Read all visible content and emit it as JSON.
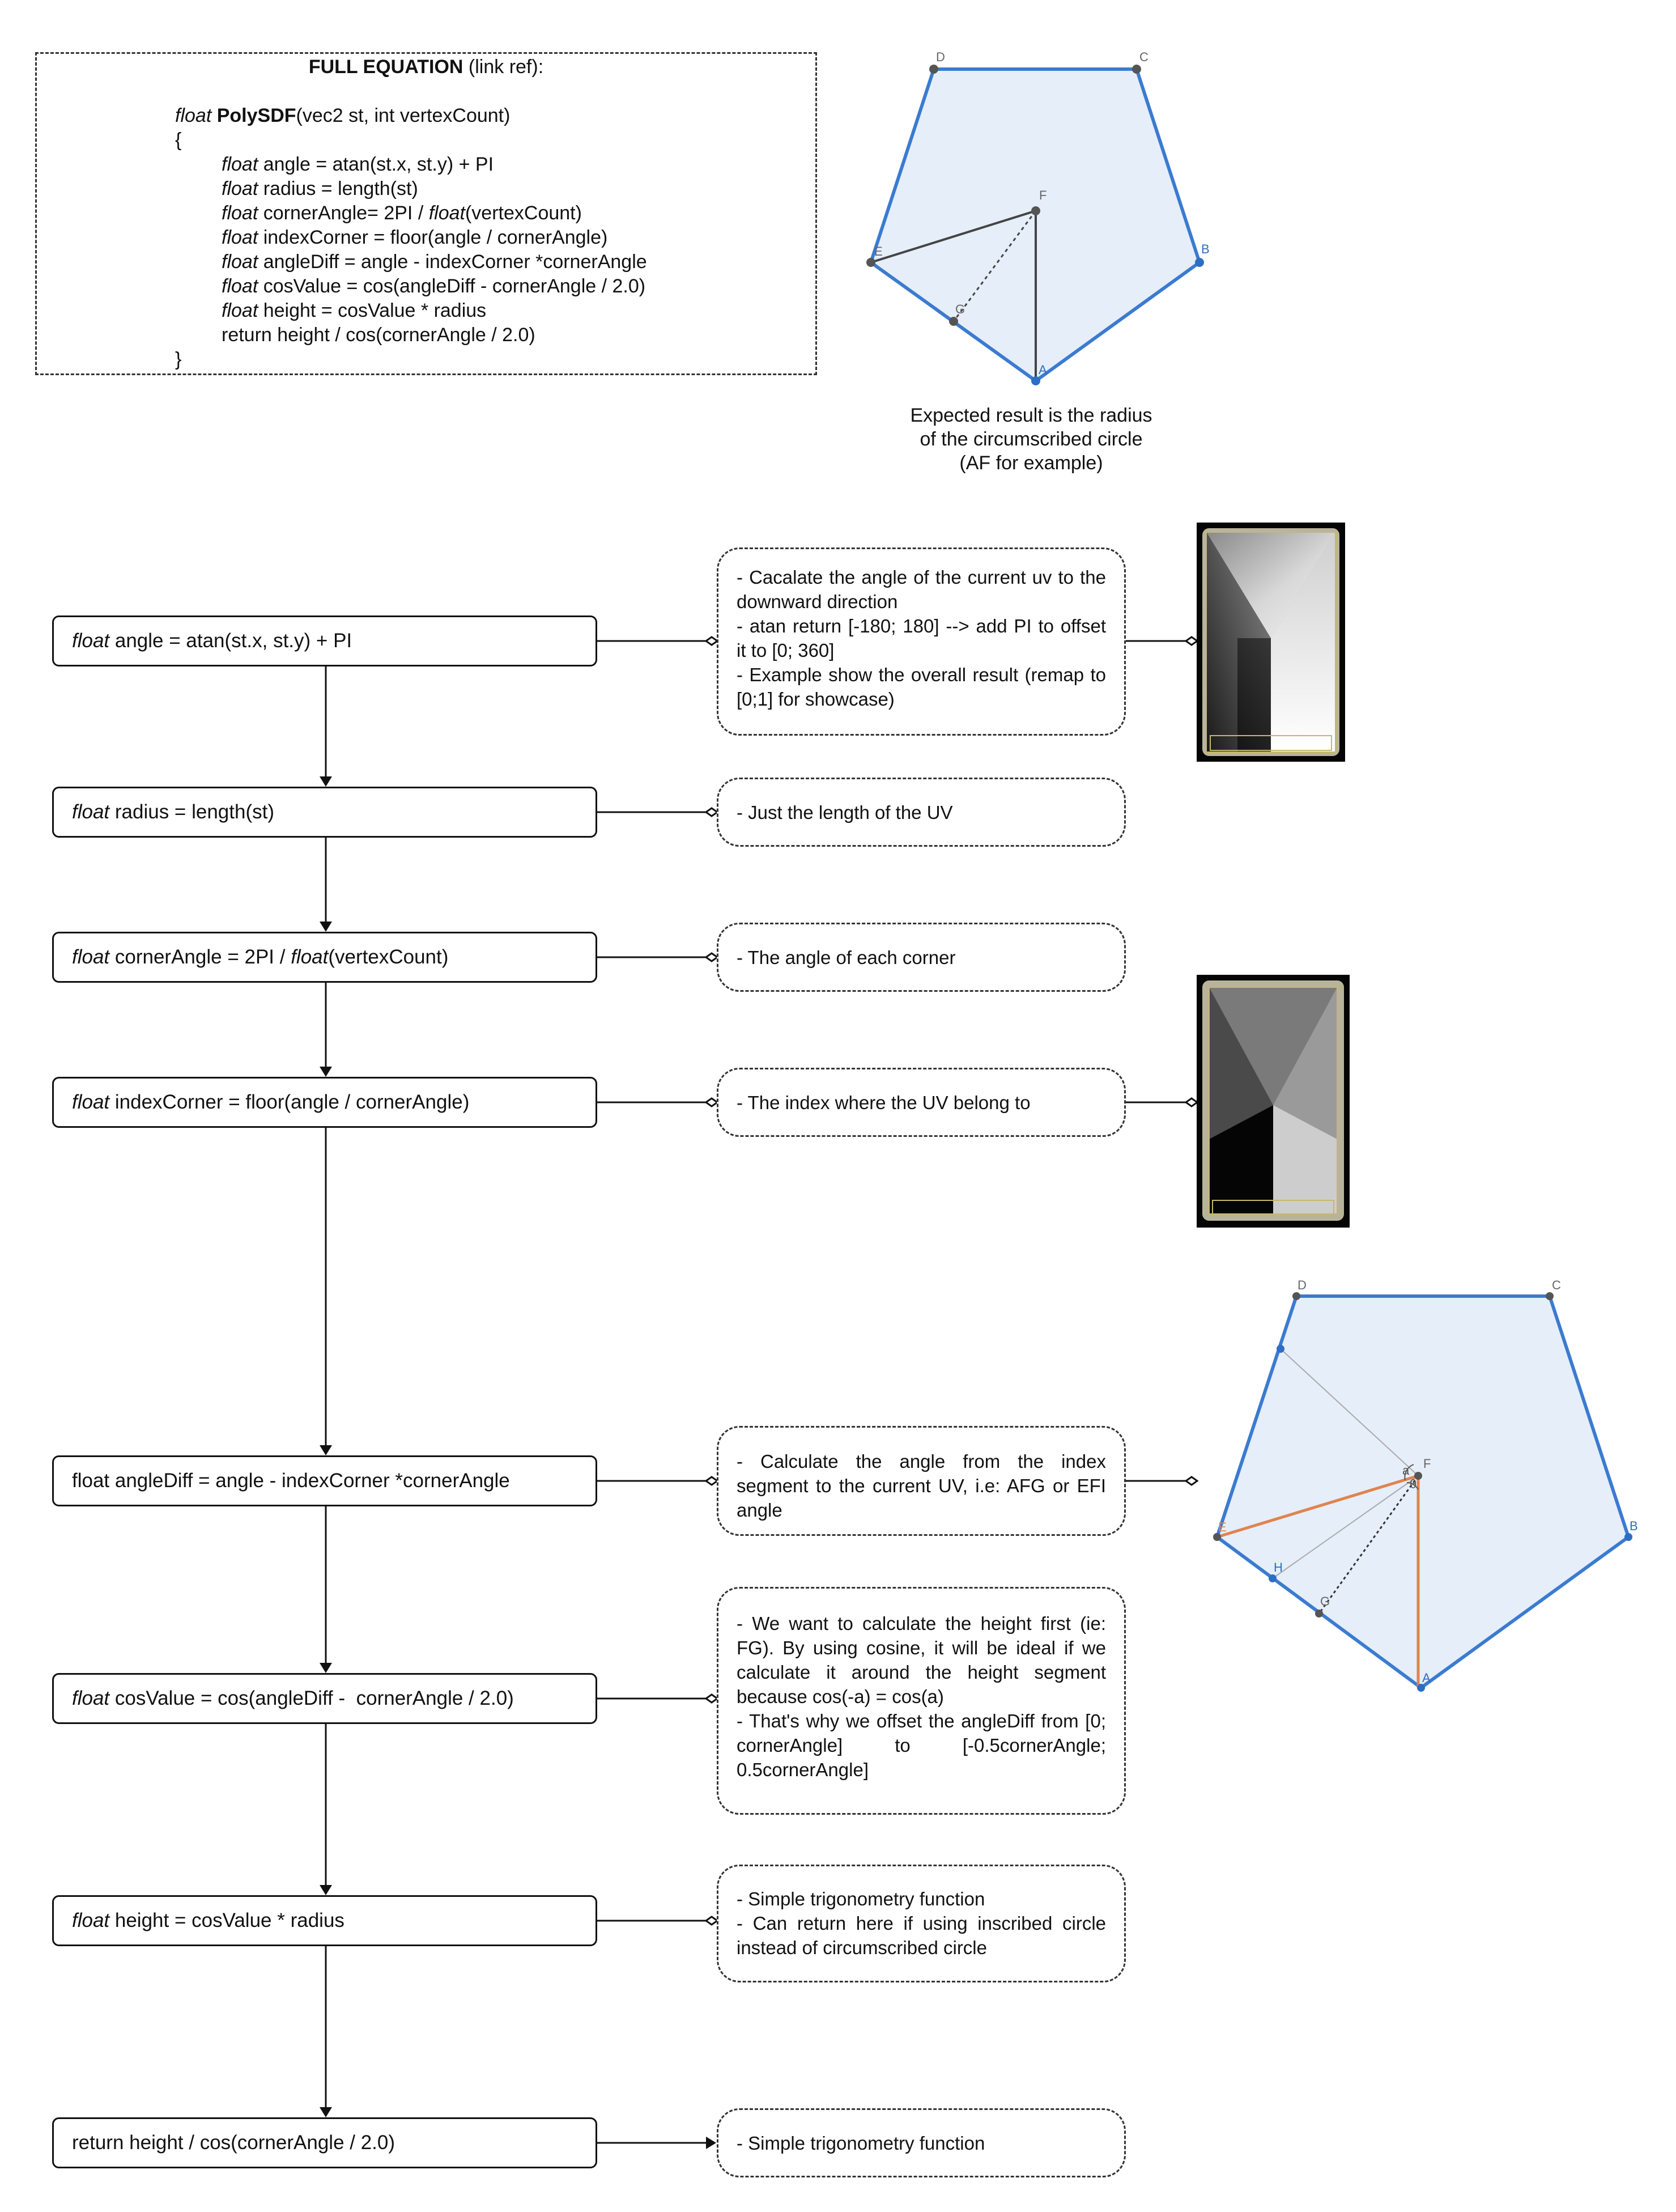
{
  "equation": {
    "title_bold": "FULL EQUATION",
    "title_rest": " (link ref):",
    "signature_type": "float",
    "signature_name": "PolySDF",
    "signature_args": "(vec2 st, int vertexCount)",
    "open_brace": "{",
    "close_brace": "}",
    "lines": [
      {
        "type": "float",
        "text": " angle = atan(st.x, st.y) + PI"
      },
      {
        "type": "float",
        "text": " radius = length(st)"
      },
      {
        "type": "float",
        "text": " cornerAngle= 2PI / ",
        "type2": "float",
        "text2": "(vertexCount)"
      },
      {
        "type": "float",
        "text": " indexCorner = floor(angle / cornerAngle)"
      },
      {
        "type": "float",
        "text": " angleDiff = angle - indexCorner *cornerAngle"
      },
      {
        "type": "float",
        "text": " cosValue = cos(angleDiff -  cornerAngle / 2.0)"
      },
      {
        "type": "float",
        "text": " height = cosValue * radius"
      },
      {
        "type": "",
        "text": "return height / cos(cornerAngle / 2.0)"
      }
    ]
  },
  "top_polygon": {
    "labels": [
      "D",
      "C",
      "F",
      "E",
      "B",
      "G",
      "A"
    ],
    "caption_lines": [
      "Expected result is the radius",
      "of the circumscribed circle",
      "(AF for example)"
    ]
  },
  "steps": [
    {
      "type": "float",
      "text": " angle = atan(st.x, st.y) + PI"
    },
    {
      "type": "float",
      "text": " radius = length(st)"
    },
    {
      "type": "float",
      "text": " cornerAngle = 2PI / ",
      "type2": "float",
      "text2": "(vertexCount)"
    },
    {
      "type": "float",
      "text": " indexCorner = floor(angle / cornerAngle)"
    },
    {
      "type": "",
      "text": "float angleDiff = angle - indexCorner *cornerAngle"
    },
    {
      "type": "float",
      "text": " cosValue = cos(angleDiff -  cornerAngle / 2.0)"
    },
    {
      "type": "float",
      "text": " height = cosValue * radius"
    },
    {
      "type": "",
      "text": "return height / cos(cornerAngle / 2.0)"
    }
  ],
  "notes": [
    {
      "lines": [
        "- Cacalate the angle of the current uv to the downward direction",
        "- atan return [-180; 180] --> add PI to offset it to [0; 360]",
        "- Example show the overall result (remap to [0;1] for showcase)"
      ]
    },
    {
      "lines": [
        "- Just the length of the UV"
      ]
    },
    {
      "lines": [
        "- The angle of each corner"
      ]
    },
    {
      "lines": [
        "- The index where the UV belong to"
      ]
    },
    {
      "lines": [
        "- Calculate the angle from the index segment to the current UV, i.e: AFG or EFI angle"
      ]
    },
    {
      "lines": [
        "- We want to calculate the height first (ie: FG). By using cosine, it will be ideal if we calculate it around the height segment because cos(-a) = cos(a)",
        "- That's why we offset the angleDiff from [0; cornerAngle] to [-0.5cornerAngle; 0.5cornerAngle]"
      ]
    },
    {
      "lines": [
        "- Simple trigonometry function",
        "- Can return here if using inscribed circle instead of circumscribed circle"
      ]
    },
    {
      "lines": [
        "- Simple trigonometry function"
      ]
    }
  ],
  "bottom_polygon": {
    "labels": [
      "D",
      "C",
      "F",
      "E",
      "H",
      "G",
      "B",
      "A",
      "a",
      "θ"
    ]
  },
  "colors": {
    "polygon_edge": "#3b7bd0",
    "polygon_fill": "#e6eef9",
    "accent_orange": "#e0834f",
    "point_dark": "#555555"
  }
}
